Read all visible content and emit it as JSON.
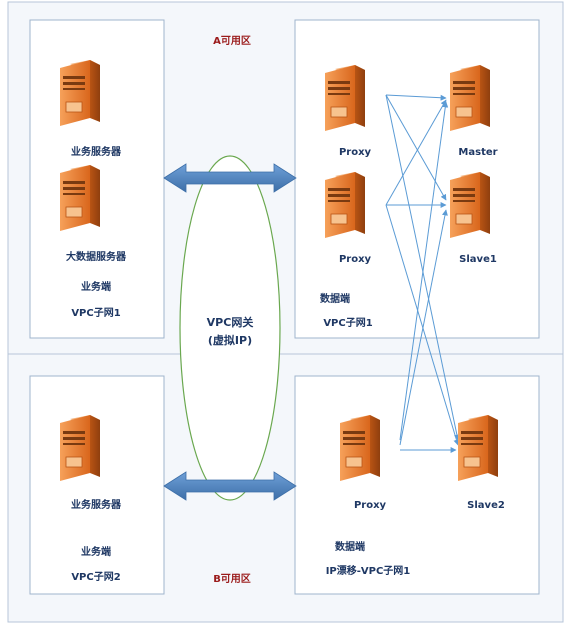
{
  "zones": {
    "a": {
      "label": "A可用区"
    },
    "b": {
      "label": "B可用区"
    }
  },
  "gateway": {
    "line1": "VPC网关",
    "line2": "(虚拟IP)"
  },
  "panels": {
    "a_business": {
      "servers": [
        "业务服务器",
        "大数据服务器"
      ],
      "side": "业务端",
      "subnet": "VPC子网1"
    },
    "a_data": {
      "servers": [
        "Proxy",
        "Master",
        "Proxy",
        "Slave1"
      ],
      "side": "数据端",
      "subnet": "VPC子网1"
    },
    "b_business": {
      "servers": [
        "业务服务器"
      ],
      "side": "业务端",
      "subnet": "VPC子网2"
    },
    "b_data": {
      "servers": [
        "Proxy",
        "Slave2"
      ],
      "side": "数据端",
      "subnet": "IP漂移-VPC子网1"
    }
  },
  "colors": {
    "server": "#e87722",
    "server_dark": "#b85414",
    "panel_border": "#9fb4cc",
    "gateway_border": "#6aa84f",
    "arrow": "#4a7fbf",
    "link_line": "#5b9bd5"
  },
  "icons": [
    "server-icon",
    "double-arrow-icon"
  ]
}
